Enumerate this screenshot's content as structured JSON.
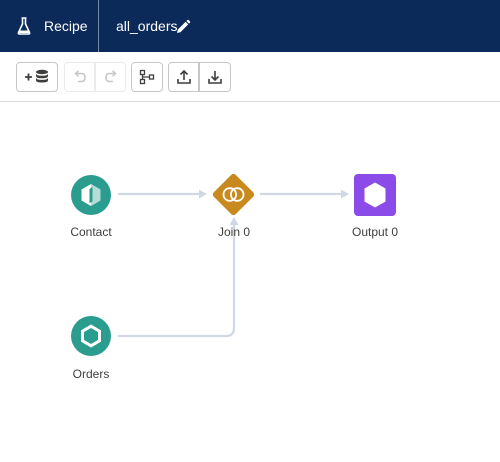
{
  "header": {
    "app_label": "Recipe",
    "recipe_name": "all_orders",
    "flask_icon": "flask-icon",
    "edit_icon": "pencil-icon"
  },
  "toolbar": {
    "buttons": [
      {
        "name": "add-data-button",
        "icon": "add-database-icon",
        "enabled": true
      },
      {
        "name": "undo-button",
        "icon": "undo-icon",
        "enabled": false
      },
      {
        "name": "redo-button",
        "icon": "redo-icon",
        "enabled": false
      },
      {
        "name": "organize-layout-button",
        "icon": "hierarchy-icon",
        "enabled": true
      },
      {
        "name": "upload-button",
        "icon": "upload-icon",
        "enabled": true
      },
      {
        "name": "download-button",
        "icon": "download-icon",
        "enabled": true
      }
    ]
  },
  "nodes": [
    {
      "name": "Contact",
      "type": "input",
      "color": "#2a9d8f"
    },
    {
      "name": "Orders",
      "type": "input",
      "color": "#2a9d8f"
    },
    {
      "name": "Join 0",
      "type": "join",
      "color": "#c88a1e"
    },
    {
      "name": "Output 0",
      "type": "output",
      "color": "#8a4be8"
    }
  ],
  "colors": {
    "header_bg": "#0b2a59",
    "connector": "#cfd8e3",
    "label_text": "#3e3e3c"
  }
}
